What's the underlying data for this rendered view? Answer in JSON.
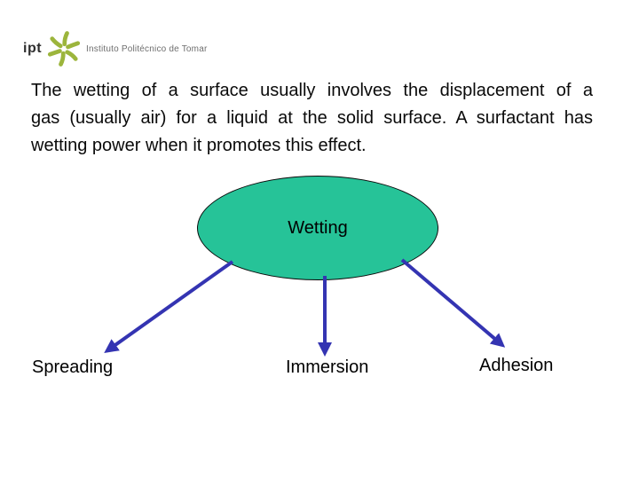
{
  "logo": {
    "short_name": "ipt",
    "full_name": "Instituto Politécnico de Tomar",
    "icon_color": "#9cb53c",
    "text_color": "#6e6e6e"
  },
  "paragraph": {
    "lines": [
      "The wetting of a surface usually involves the displacement of a",
      "gas (usually air) for a liquid at the solid surface. A surfactant has",
      "wetting power when it promotes this effect."
    ]
  },
  "diagram": {
    "root": {
      "label": "Wetting",
      "fill_color": "#26c398",
      "border_color": "#000000"
    },
    "arrow_color": "#3434b2",
    "children": [
      {
        "label": "Spreading"
      },
      {
        "label": "Immersion"
      },
      {
        "label": "Adhesion"
      }
    ]
  }
}
